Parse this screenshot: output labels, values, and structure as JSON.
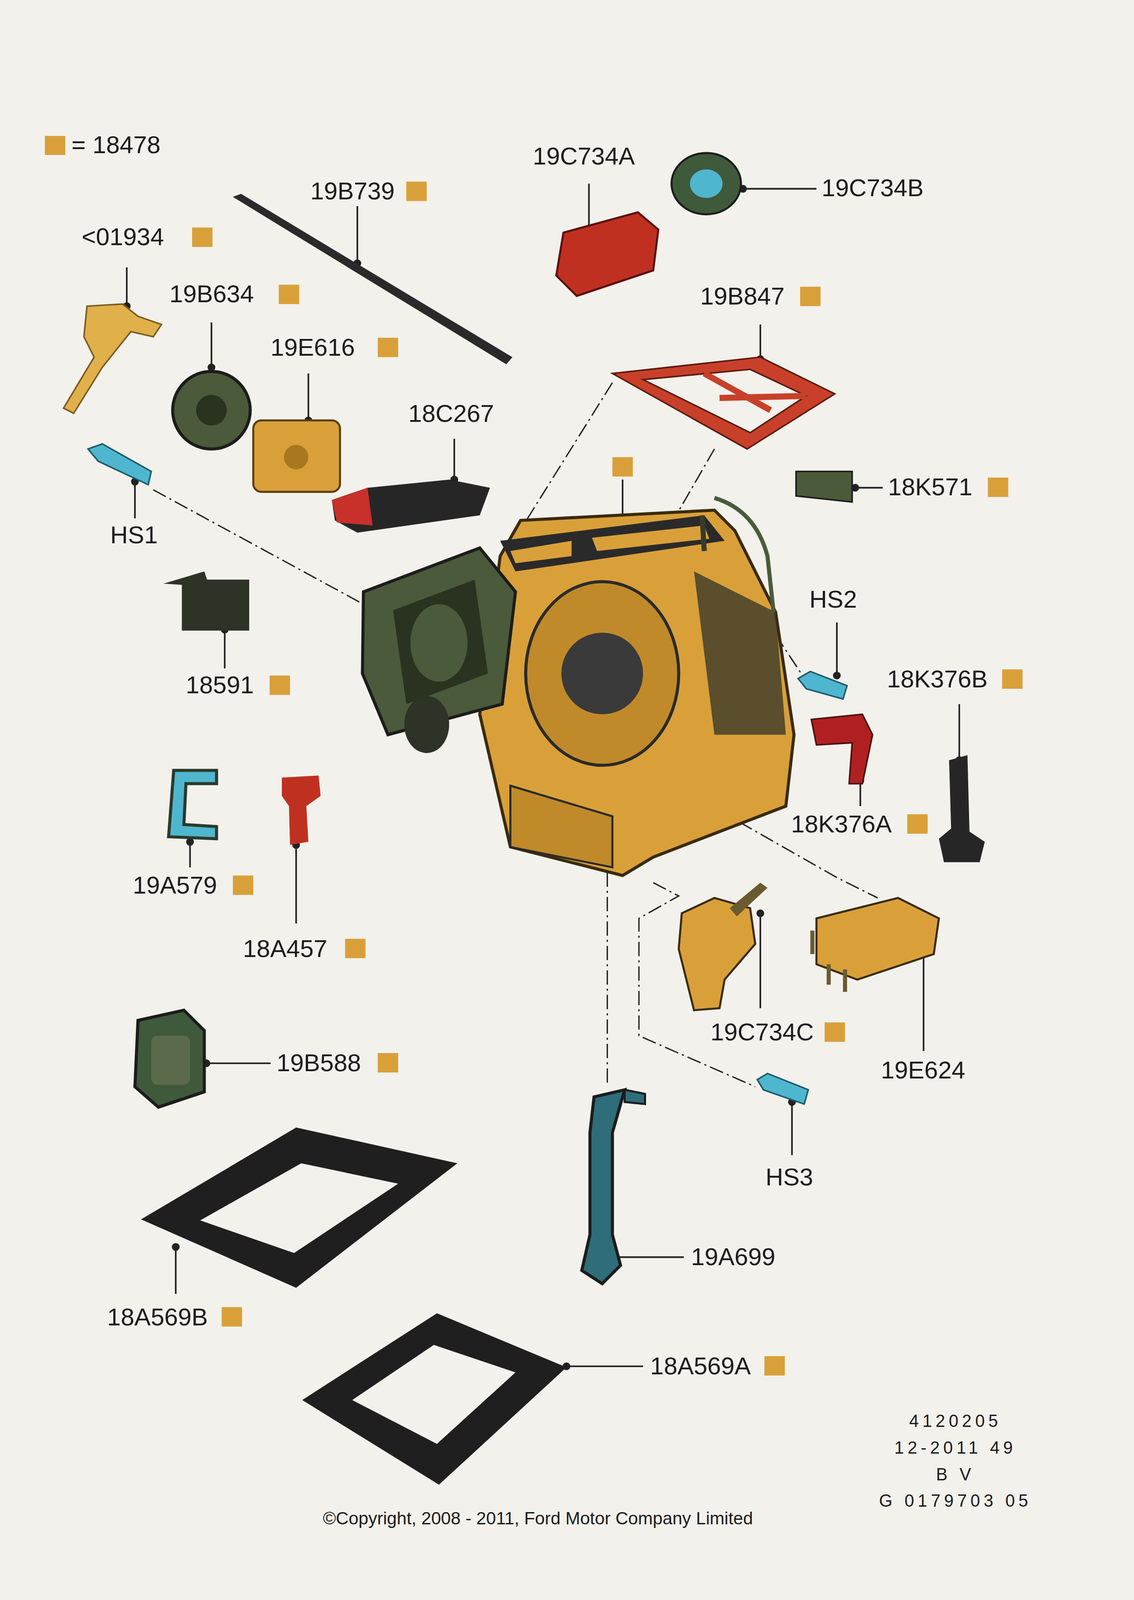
{
  "diagram": {
    "labels": [
      "19B739",
      "<01934",
      "19B634",
      "19E616",
      "18C267",
      "HS1",
      "18591",
      "19C734A",
      "19C734B",
      "19B847",
      "18K571",
      "HS2",
      "18K376B",
      "18K376A",
      "19A579",
      "18A457",
      "19B588",
      "19C734C",
      "19E624",
      "HS3",
      "19A699",
      "18A569B",
      "18A569A",
      "4120205",
      "12-2011 49",
      "B V",
      "G 0179703 05",
      "©Copyright, 2008 - 2011, Ford Motor Company Limited"
    ],
    "legend": [
      {
        "text": "= 18478",
        "color": "#d9a03a"
      }
    ]
  }
}
